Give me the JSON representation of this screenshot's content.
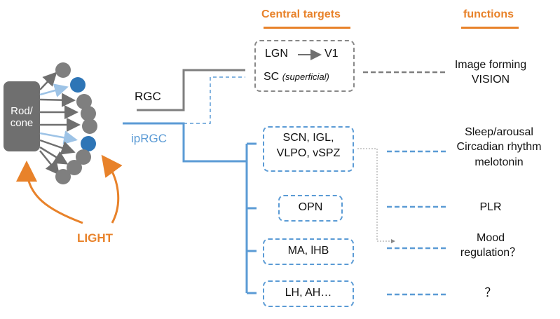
{
  "headers": {
    "central_targets": "Central targets",
    "functions": "functions"
  },
  "retina": {
    "photoreceptor": [
      "Rod/",
      "cone"
    ],
    "light": "LIGHT"
  },
  "pathways": {
    "rgc": "RGC",
    "iprgc": "ipRGC"
  },
  "targets": {
    "lgn": "LGN",
    "v1": "V1",
    "sc": "SC",
    "sc_note": "(superficial)",
    "group1": [
      "SCN, IGL,",
      "VLPO, vSPZ"
    ],
    "opn": "OPN",
    "ma_lhb": "MA, lHB",
    "lh_ah": "LH, AH…"
  },
  "functions": {
    "vision": [
      "Image forming",
      "VISION"
    ],
    "circadian": [
      "Sleep/arousal",
      "Circadian rhythm",
      "melotonin"
    ],
    "plr": "PLR",
    "mood": [
      "Mood",
      "regulation？"
    ],
    "unknown": "？"
  },
  "colors": {
    "orange": "#e8822a",
    "gray": "#7f7f7f",
    "blue": "#5b9bd5",
    "dark_blue": "#2e75b6"
  }
}
